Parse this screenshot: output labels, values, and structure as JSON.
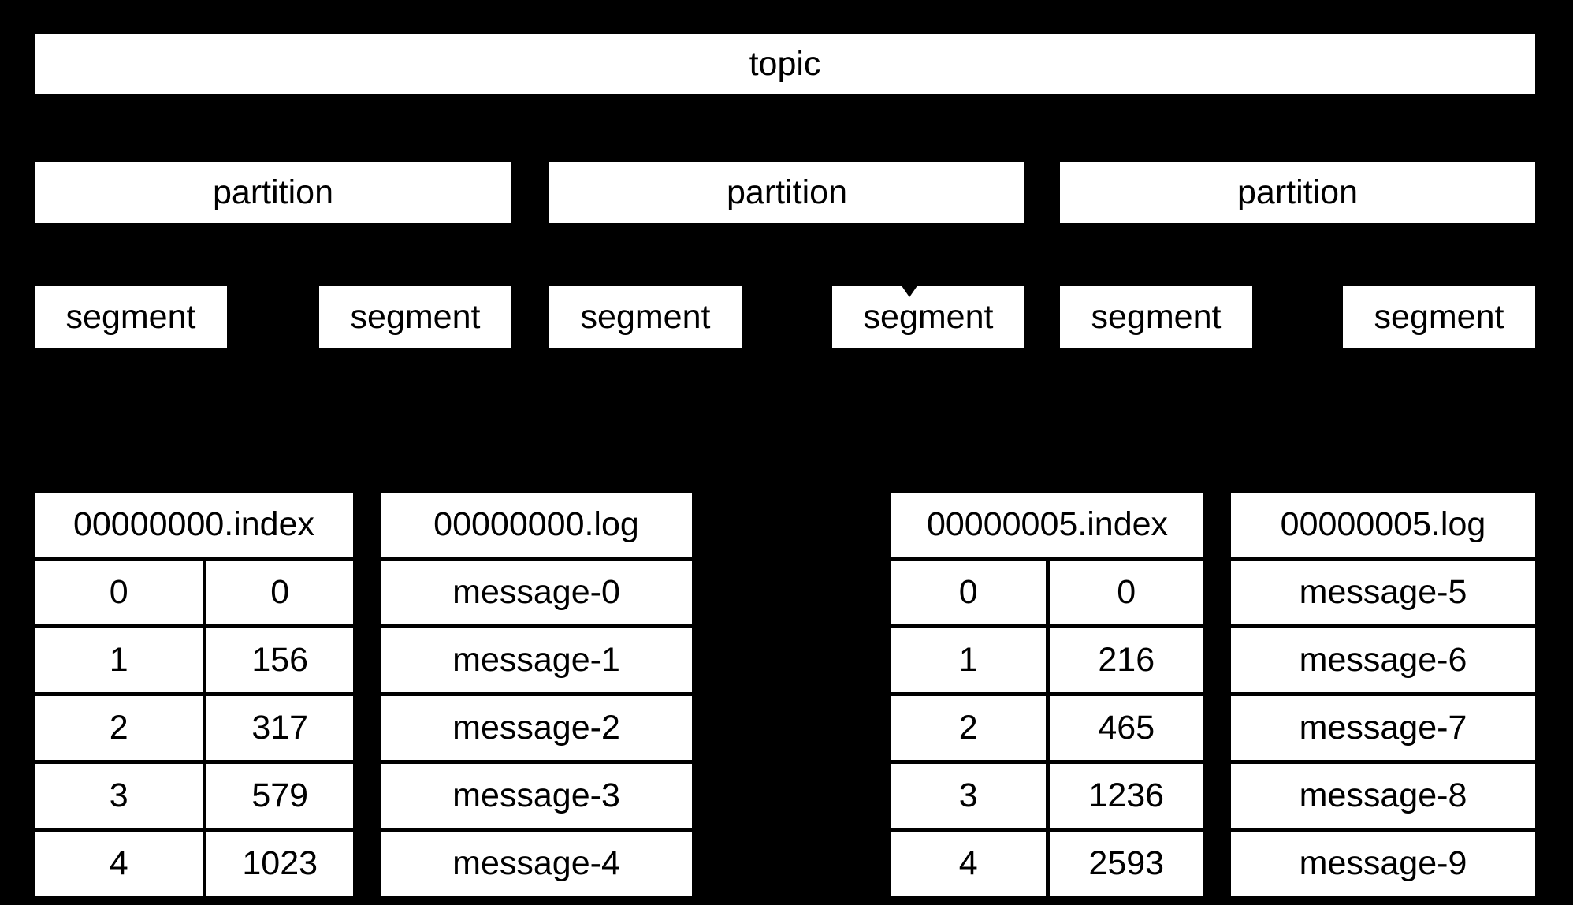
{
  "colors": {
    "background": "#000000",
    "box_fill": "#ffffff",
    "text": "#000000",
    "arrow": "#000000"
  },
  "icons": {
    "segment_pointer": "arrow-down-triangle"
  },
  "diagram": {
    "topic_label": "topic",
    "partitions": [
      {
        "label": "partition"
      },
      {
        "label": "partition"
      },
      {
        "label": "partition"
      }
    ],
    "segments": [
      {
        "label": "segment"
      },
      {
        "label": "segment"
      },
      {
        "label": "segment"
      },
      {
        "label": "segment"
      },
      {
        "label": "segment"
      },
      {
        "label": "segment"
      }
    ]
  },
  "files": {
    "index_left": {
      "title": "00000000.index",
      "rows": [
        [
          "0",
          "0"
        ],
        [
          "1",
          "156"
        ],
        [
          "2",
          "317"
        ],
        [
          "3",
          "579"
        ],
        [
          "4",
          "1023"
        ]
      ]
    },
    "log_left": {
      "title": "00000000.log",
      "rows": [
        "message-0",
        "message-1",
        "message-2",
        "message-3",
        "message-4"
      ]
    },
    "index_right": {
      "title": "00000005.index",
      "rows": [
        [
          "0",
          "0"
        ],
        [
          "1",
          "216"
        ],
        [
          "2",
          "465"
        ],
        [
          "3",
          "1236"
        ],
        [
          "4",
          "2593"
        ]
      ]
    },
    "log_right": {
      "title": "00000005.log",
      "rows": [
        "message-5",
        "message-6",
        "message-7",
        "message-8",
        "message-9"
      ]
    }
  }
}
